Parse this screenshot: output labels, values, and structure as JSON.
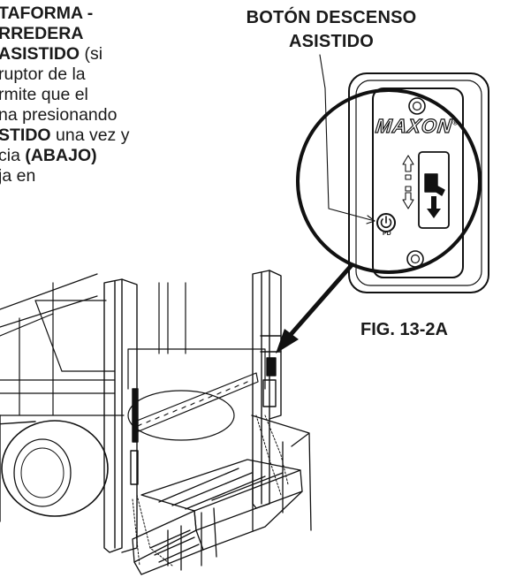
{
  "instructions": {
    "lines": [
      [
        {
          "text": "TAFORMA -",
          "bold": true
        }
      ],
      [
        {
          "text": "RREDERA",
          "bold": true
        }
      ],
      [
        {
          "text": "ASISTIDO",
          "bold": true
        },
        {
          "text": " (si",
          "bold": false
        }
      ],
      [
        {
          "text": "ruptor de la",
          "bold": false
        }
      ],
      [
        {
          "text": "rmite que el",
          "bold": false
        }
      ],
      [
        {
          "text": "na presionando",
          "bold": false
        }
      ],
      [
        {
          "text": "STIDO",
          "bold": true
        },
        {
          "text": " una vez y",
          "bold": false
        }
      ],
      [
        {
          "text": "cia ",
          "bold": false
        },
        {
          "text": "(ABAJO)",
          "bold": true
        }
      ],
      [
        {
          "text": "ja en",
          "bold": false
        }
      ]
    ]
  },
  "callout": {
    "title_line1": "BOTÓN DESCENSO",
    "title_line2": "ASISTIDO"
  },
  "figure": {
    "label": "FIG. 13-2A",
    "logo": "MAXON",
    "logo_mark": "®",
    "button_label": "PD"
  },
  "icons": [
    "power-icon",
    "arrow-up-icon",
    "arrow-down-icon",
    "toggle-switch-icon",
    "screw-icon"
  ]
}
